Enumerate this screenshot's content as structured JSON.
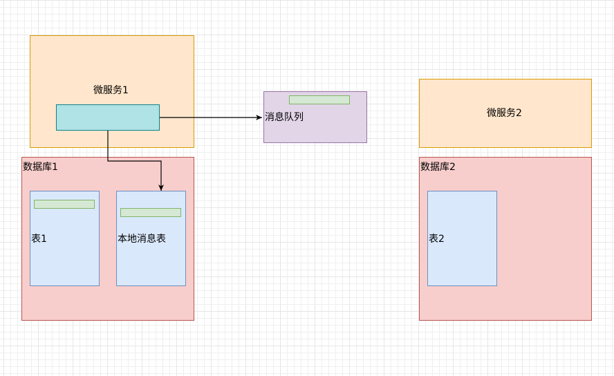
{
  "colors": {
    "service_fill": "#ffe6cc",
    "service_stroke": "#d79b00",
    "db_fill": "#f8cecc",
    "db_stroke": "#b85450",
    "table_fill": "#dae8fc",
    "table_stroke": "#6c8ebf",
    "green_fill": "#d5e8d4",
    "green_stroke": "#82b366",
    "queue_fill": "#e1d5e7",
    "queue_stroke": "#9673a6",
    "cyan_fill": "#b0e3e6",
    "cyan_stroke": "#0e8088",
    "edge": "#000000"
  },
  "service1": {
    "label": "微服务1"
  },
  "service2": {
    "label": "微服务2"
  },
  "queue": {
    "label": "消息队列"
  },
  "db1": {
    "label": "数据库1",
    "tables": [
      "表1",
      "本地消息表"
    ]
  },
  "db2": {
    "label": "数据库2",
    "tables": [
      "表2"
    ]
  }
}
